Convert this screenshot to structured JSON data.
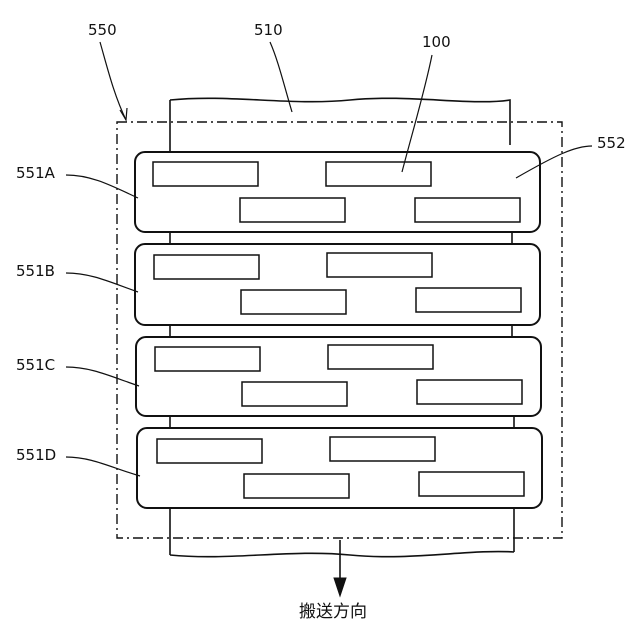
{
  "labels": {
    "device": "550",
    "sheet": "510",
    "element": "100",
    "stage": "552",
    "heads": [
      "551A",
      "551B",
      "551C",
      "551D"
    ]
  },
  "direction_caption": "搬送方向"
}
